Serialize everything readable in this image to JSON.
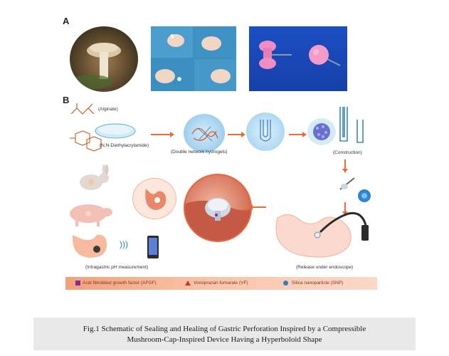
{
  "panels": {
    "a_letter": "A",
    "b_letter": "B"
  },
  "labels": {
    "alginate": "(Alginate)",
    "diethylacrylamide": "(N,N-Diethylacrylamide)",
    "double_network": "(Double network hydrogels)",
    "construction": "(Construction)",
    "intragastric_ph": "(Intragastric pH measurement)",
    "release_endoscope": "(Release under endoscope)"
  },
  "legend": {
    "afgf": "Acid fibroblast growth factor (AFGF)",
    "vf": "Vonoprazan fumarate (VF)",
    "snp": "Silica nanoparticle (SNP)"
  },
  "caption": {
    "line1": "Fig.1 Schematic of Sealing and Healing of Gastric Perforation Inspired by a Compressible",
    "line2": "Mushroom-Cap-Inspired Device Having a Hyperboloid Shape"
  },
  "colors": {
    "accent": "#ef6a3a",
    "legend_bg": "#f9c3a8",
    "afgf_marker": "#7a2fa0",
    "vf_marker": "#c0392b",
    "snp_marker": "#2a7fc0",
    "caption_bg": "#e9e9e9"
  }
}
